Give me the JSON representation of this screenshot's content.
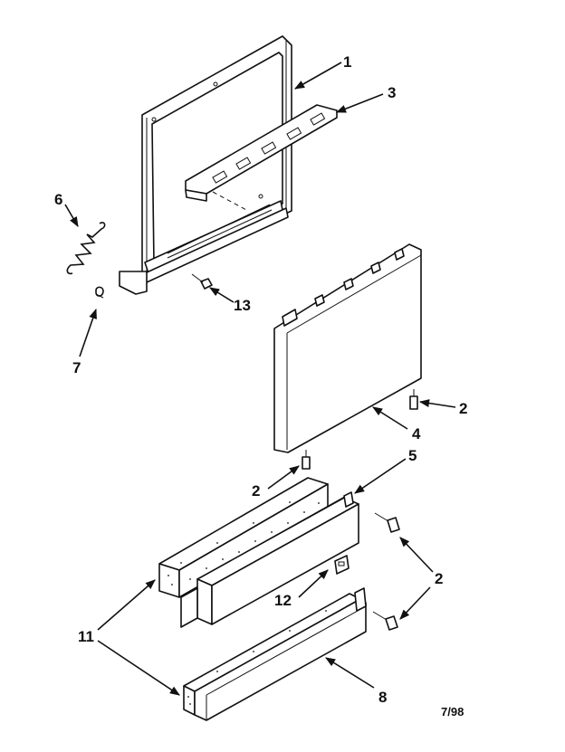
{
  "callouts": [
    {
      "id": "1",
      "text": "1"
    },
    {
      "id": "3",
      "text": "3"
    },
    {
      "id": "6",
      "text": "6"
    },
    {
      "id": "13",
      "text": "13"
    },
    {
      "id": "7",
      "text": "7"
    },
    {
      "id": "2a",
      "text": "2"
    },
    {
      "id": "4",
      "text": "4"
    },
    {
      "id": "5",
      "text": "5"
    },
    {
      "id": "2b",
      "text": "2"
    },
    {
      "id": "2c",
      "text": "2"
    },
    {
      "id": "12",
      "text": "12"
    },
    {
      "id": "11",
      "text": "11"
    },
    {
      "id": "8",
      "text": "8"
    }
  ],
  "revision": "7/98"
}
